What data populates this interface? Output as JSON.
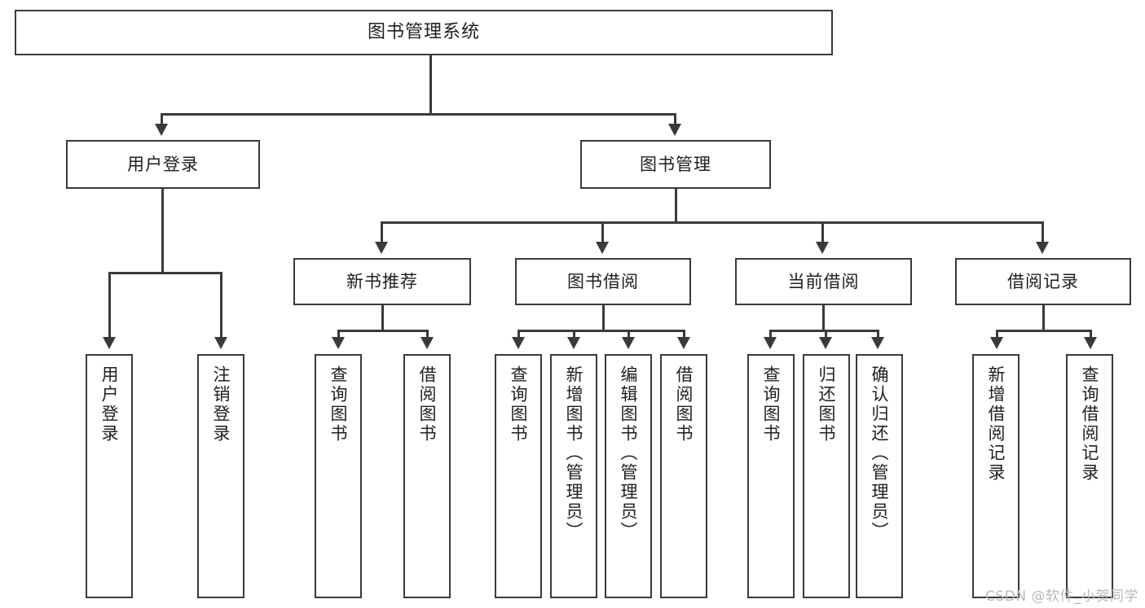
{
  "diagram": {
    "type": "tree",
    "title": "图书管理系统",
    "root": {
      "label": "图书管理系统"
    },
    "level2": [
      {
        "label": "用户登录"
      },
      {
        "label": "图书管理"
      }
    ],
    "level3": [
      {
        "label": "新书推荐"
      },
      {
        "label": "图书借阅"
      },
      {
        "label": "当前借阅"
      },
      {
        "label": "借阅记录"
      }
    ],
    "leaves": {
      "user_login": [
        {
          "label": "用户登录"
        },
        {
          "label": "注销登录"
        }
      ],
      "new_book_recommend": [
        {
          "label": "查询图书"
        },
        {
          "label": "借阅图书"
        }
      ],
      "book_borrow": [
        {
          "label": "查询图书"
        },
        {
          "label": "新增图书（管理员）"
        },
        {
          "label": "编辑图书（管理员）"
        },
        {
          "label": "借阅图书"
        }
      ],
      "current_borrow": [
        {
          "label": "查询图书"
        },
        {
          "label": "归还图书"
        },
        {
          "label": "确认归还（管理员）"
        }
      ],
      "borrow_record": [
        {
          "label": "新增借阅记录"
        },
        {
          "label": "查询借阅记录"
        }
      ]
    }
  },
  "watermark": {
    "text": "CSDN @软件_小贺同学"
  },
  "colors": {
    "box_border": "#3a3a3a",
    "box_fill": "#ffffff",
    "text": "#1f1f1f",
    "connector": "#3a3a3a",
    "watermark": "#b9b9b9",
    "background": "#ffffff"
  }
}
